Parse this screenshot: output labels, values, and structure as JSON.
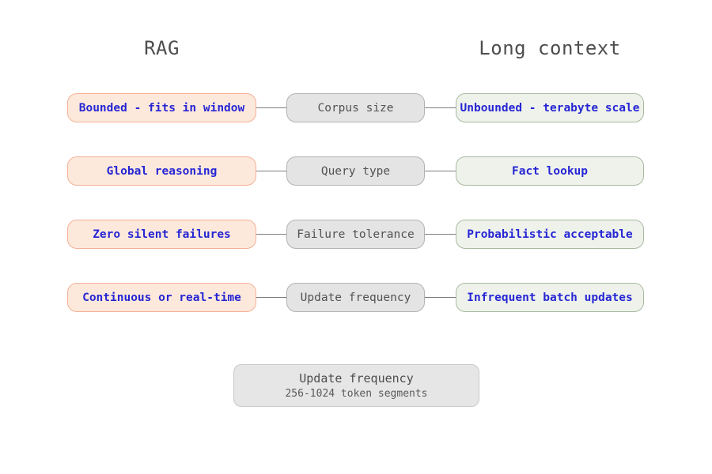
{
  "headers": {
    "left": "RAG",
    "right": "Long context"
  },
  "rows": [
    {
      "left": "Bounded - fits in window",
      "center": "Corpus size",
      "right": "Unbounded - terabyte scale"
    },
    {
      "left": "Global reasoning",
      "center": "Query type",
      "right": "Fact lookup"
    },
    {
      "left": "Zero silent failures",
      "center": "Failure tolerance",
      "right": "Probabilistic acceptable"
    },
    {
      "left": "Continuous or real-time",
      "center": "Update frequency",
      "right": "Infrequent batch updates"
    }
  ],
  "footer_box": {
    "title": "Update frequency",
    "subtitle": "256-1024 token segments"
  },
  "colors": {
    "background": "#ffffff",
    "rag_pill_bg": "#fde8dc",
    "rag_pill_border": "#f2b195",
    "long_context_pill_bg": "#eef2eb",
    "long_context_pill_border": "#a9baa1",
    "center_box_bg": "#e4e4e4",
    "center_box_border": "#b3b3b3",
    "footer_box_bg": "#e6e6e6",
    "footer_box_border": "#c9c9c9",
    "accent_text": "#2626d4",
    "muted_text": "#4d4d4d",
    "connector_line": "#7e7e7e"
  }
}
